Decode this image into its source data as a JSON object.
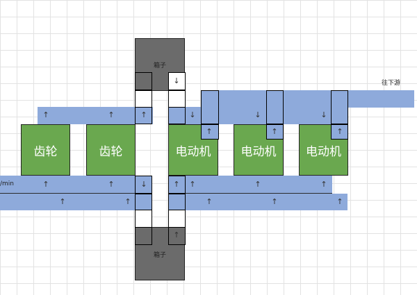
{
  "labels": {
    "downstream": "往下游",
    "rate": "/min",
    "box_top": "箱子",
    "box_bottom": "箱子"
  },
  "machines": [
    {
      "label": "齿轮"
    },
    {
      "label": "齿轮"
    },
    {
      "label": "电动机"
    },
    {
      "label": "电动机"
    },
    {
      "label": "电动机"
    }
  ],
  "arrows": {
    "up": "↑",
    "down": "↓"
  },
  "colors": {
    "belt": "#8eaadb",
    "machine": "#6aa84f",
    "box": "#6b6b6b",
    "grid": "#e2e2e2"
  }
}
